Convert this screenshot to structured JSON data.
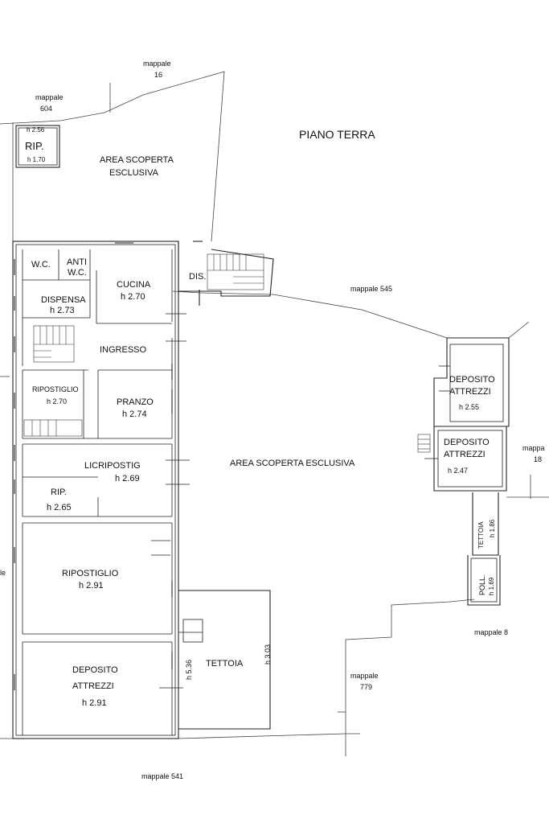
{
  "title": "PIANO TERRA",
  "mappali": {
    "m16": [
      "mappale",
      "16"
    ],
    "m604": [
      "mappale",
      "604"
    ],
    "m545": "mappale 545",
    "m18": [
      "mappa",
      "18"
    ],
    "m8": "mappale 8",
    "m779": [
      "mappale",
      "779"
    ],
    "m541": "mappale 541",
    "mleft": "le"
  },
  "areas": {
    "top": [
      "AREA SCOPERTA",
      "ESCLUSIVA"
    ],
    "main": "AREA SCOPERTA ESCLUSIVA"
  },
  "rooms": {
    "rip_top": {
      "name": "RIP.",
      "h1": "h 2.56",
      "h2": "h 1.70"
    },
    "wc": "W.C.",
    "anti_wc": [
      "ANTI",
      "W.C."
    ],
    "cucina": {
      "name": "CUCINA",
      "h": "h 2.70"
    },
    "dis": "DIS.",
    "dispensa": {
      "name": "DISPENSA",
      "h": "h 2.73"
    },
    "ingresso": "INGRESSO",
    "ripostiglio1": {
      "name": "RIPOSTIGLIO",
      "h": "h 2.70"
    },
    "pranzo": {
      "name": "PRANZO",
      "h": "h 2.74"
    },
    "lr": {
      "name": "LICRIPOSTIG",
      "h": "h 2.69"
    },
    "rip2": {
      "name": "RIP.",
      "h": "h 2.65"
    },
    "ripostiglio2": {
      "name": "RIPOSTIGLIO",
      "h": "h 2.91"
    },
    "deposito_left": {
      "name": [
        "DEPOSITO",
        "ATTREZZI"
      ],
      "h": "h 2.91"
    },
    "tettoia_left": {
      "name": "TETTOIA",
      "h1": "h 5.36",
      "h2": "h 3.03"
    },
    "deposito_r1": {
      "name": [
        "DEPOSITO",
        "ATTREZZI"
      ],
      "h": "h 2.55"
    },
    "deposito_r2": {
      "name": [
        "DEPOSITO",
        "ATTREZZI"
      ],
      "h": "h 2.47"
    },
    "tettoia_right": {
      "name": "TETTOIA",
      "h": "h 1.86"
    },
    "poll": {
      "name": "POLL.",
      "h": "h 1.69"
    }
  }
}
